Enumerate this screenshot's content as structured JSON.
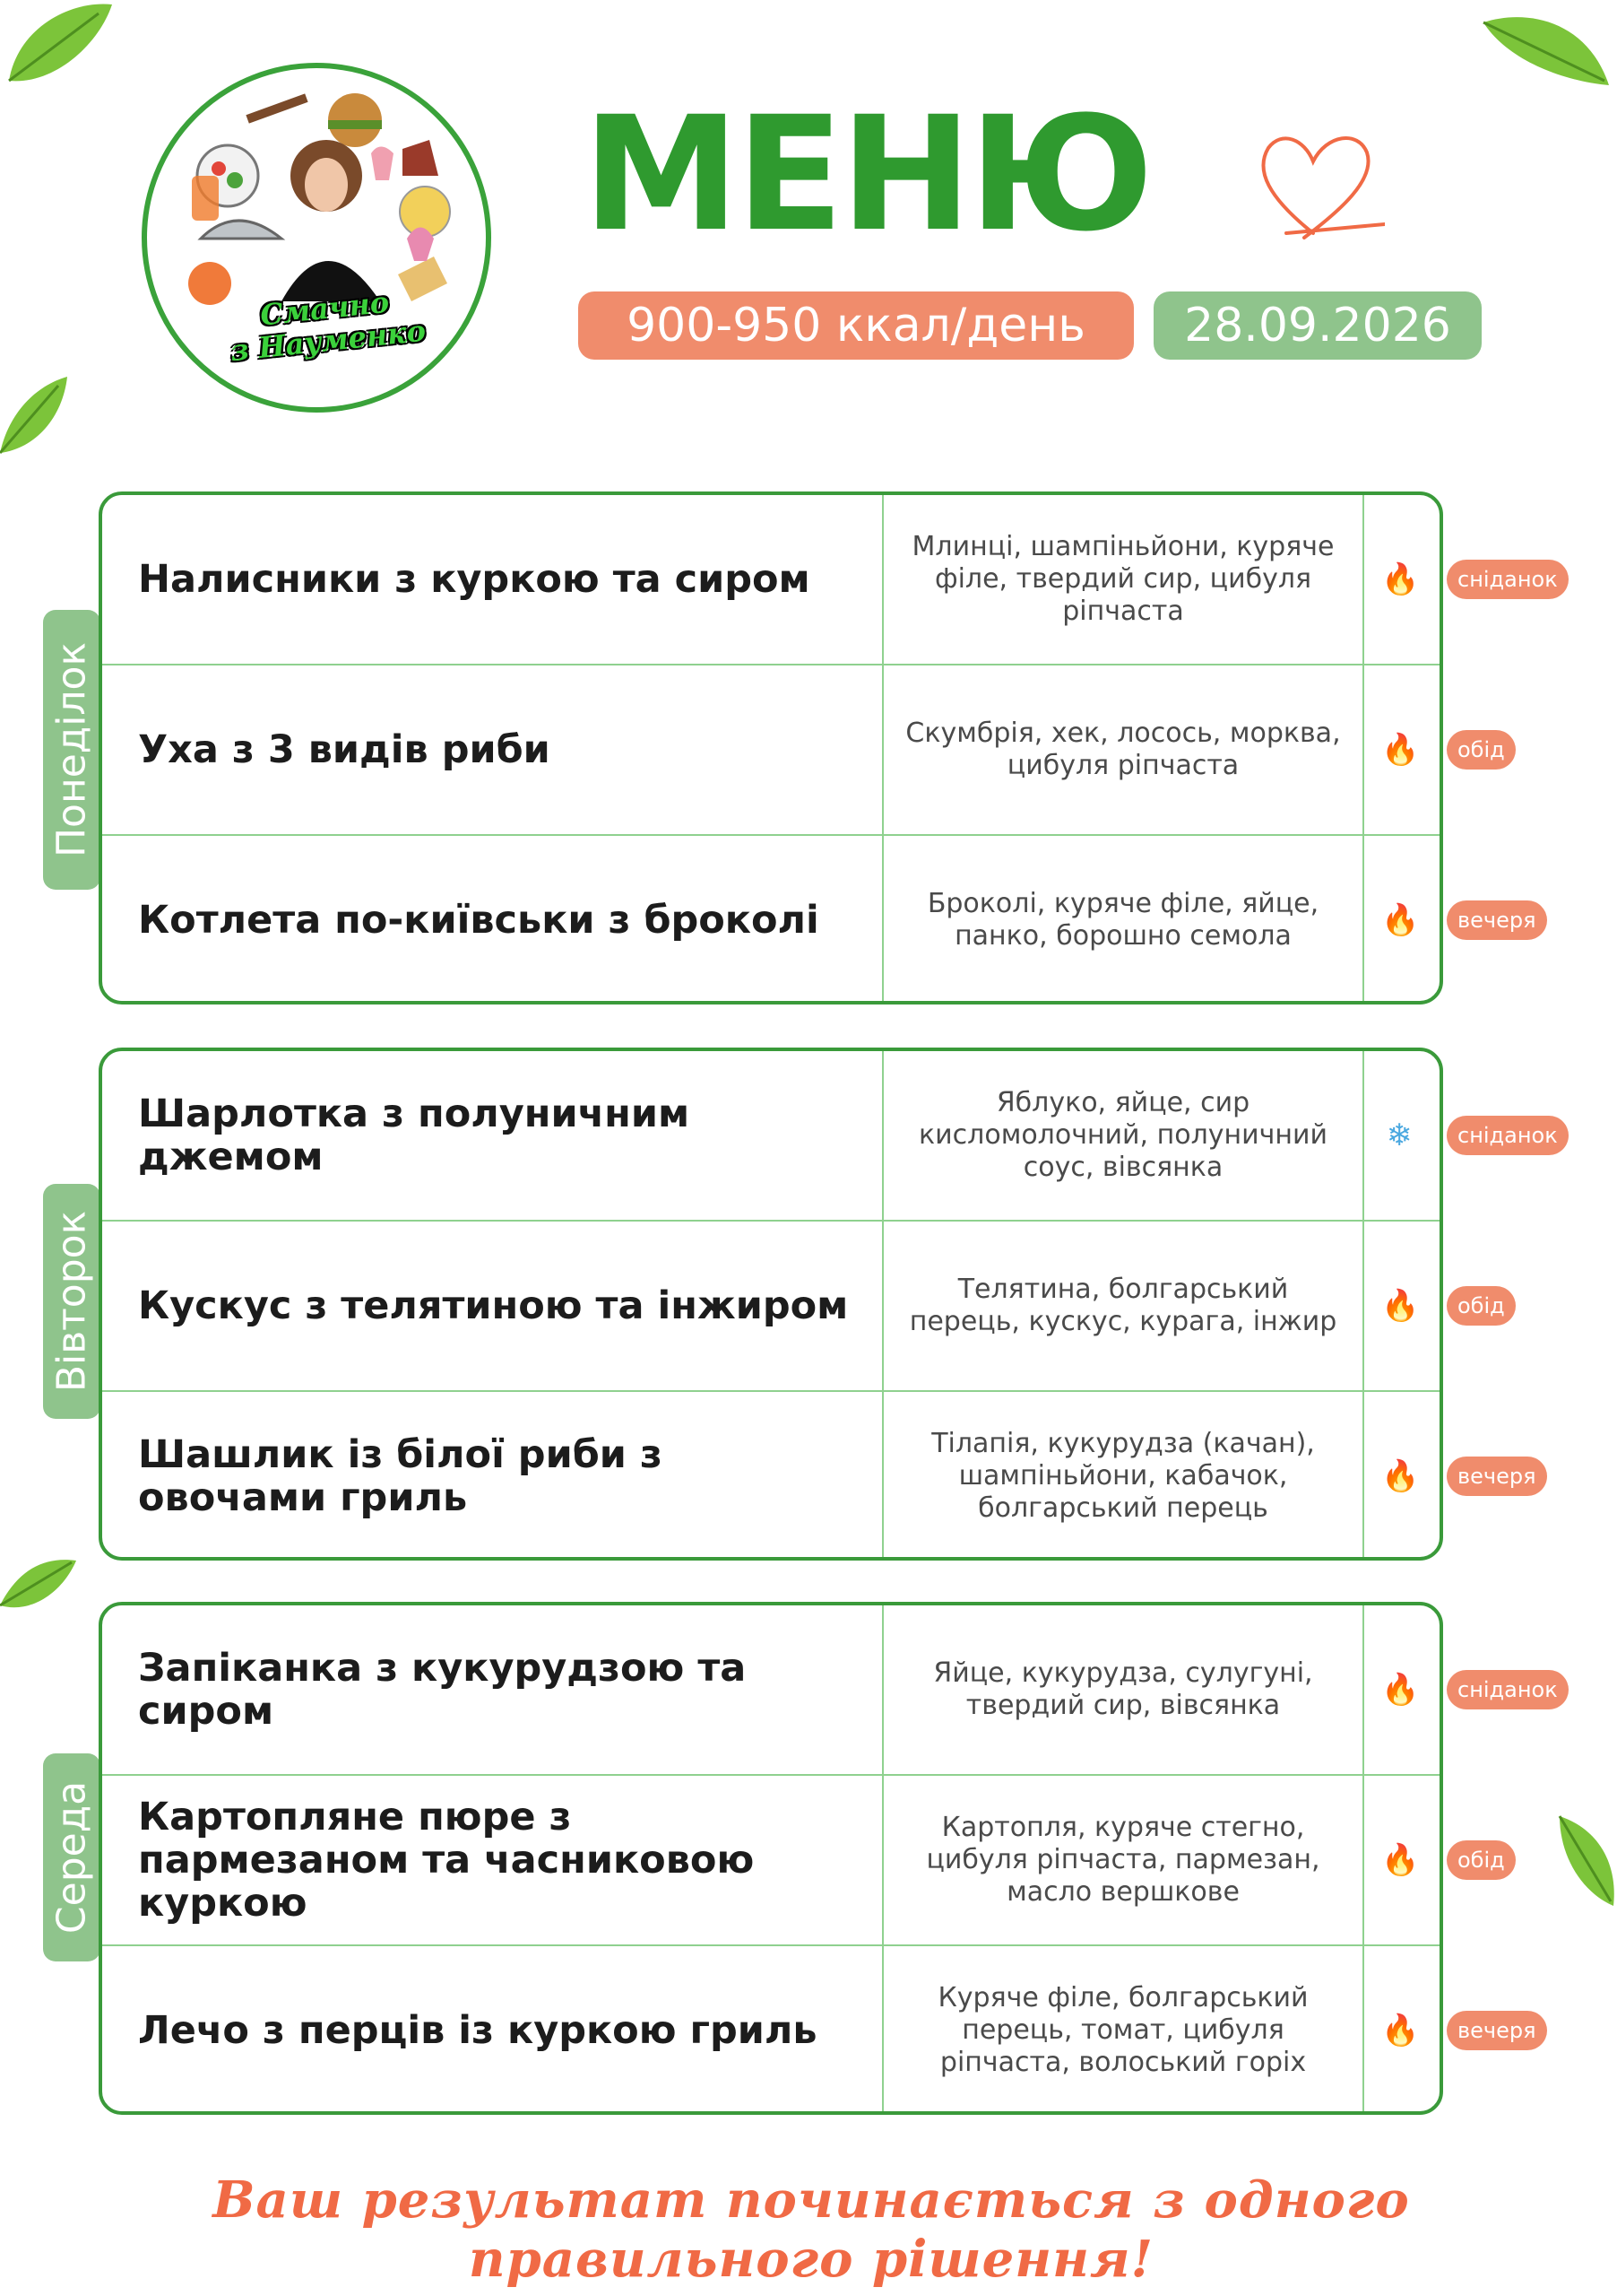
{
  "header": {
    "title": "МЕНЮ",
    "calories": "900-950 ккал/день",
    "date": "28.09.2026",
    "logo_line1": "Смачно",
    "logo_line2": "з Науменко"
  },
  "colors": {
    "title_green": "#2f9a2f",
    "border_green": "#3a9a3a",
    "day_label_bg": "#8fc48c",
    "meal_badge_bg": "#f08c6c",
    "footer_orange": "#f06a45"
  },
  "days": [
    {
      "label": "Понеділок",
      "meals": [
        {
          "dish": "Налисники з куркою та сиром",
          "ingredients": "Млинці, шампіньйони, куряче філе, твердий сир, цибуля ріпчаста",
          "icon": "fire-icon",
          "glyph": "🔥",
          "meal": "сніданок"
        },
        {
          "dish": "Уха з 3 видів риби",
          "ingredients": "Скумбрія, хек, лосось, морква, цибуля ріпчаста",
          "icon": "fire-icon",
          "glyph": "🔥",
          "meal": "обід"
        },
        {
          "dish": "Котлета по-київськи з броколі",
          "ingredients": "Броколі, куряче філе, яйце, панко, борошно семола",
          "icon": "fire-icon",
          "glyph": "🔥",
          "meal": "вечеря"
        }
      ]
    },
    {
      "label": "Вівторок",
      "meals": [
        {
          "dish": "Шарлотка з полуничним джемом",
          "ingredients": "Яблуко, яйце, сир кисломолочний, полуничний соус, вівсянка",
          "icon": "snowflake-icon",
          "glyph": "❄",
          "meal": "сніданок"
        },
        {
          "dish": "Кускус з телятиною та інжиром",
          "ingredients": "Телятина, болгарський перець, кускус, курага, інжир",
          "icon": "fire-icon",
          "glyph": "🔥",
          "meal": "обід"
        },
        {
          "dish": "Шашлик із білої риби з овочами гриль",
          "ingredients": "Тілапія, кукурудза (качан), шампіньйони, кабачок, болгарський перець",
          "icon": "fire-icon",
          "glyph": "🔥",
          "meal": "вечеря"
        }
      ]
    },
    {
      "label": "Середа",
      "meals": [
        {
          "dish": "Запіканка з кукурудзою та сиром",
          "ingredients": "Яйце, кукурудза, сулугуні, твердий сир, вівсянка",
          "icon": "fire-icon",
          "glyph": "🔥",
          "meal": "сніданок"
        },
        {
          "dish": "Картопляне пюре з пармезаном та часниковою куркою",
          "ingredients": "Картопля, куряче стегно, цибуля ріпчаста, пармезан, масло вершкове",
          "icon": "fire-icon",
          "glyph": "🔥",
          "meal": "обід"
        },
        {
          "dish": "Лечо з перців із куркою гриль",
          "ingredients": "Куряче філе, болгарський перець, томат, цибуля ріпчаста, волоський горіх",
          "icon": "fire-icon",
          "glyph": "🔥",
          "meal": "вечеря"
        }
      ]
    }
  ],
  "footer": "Ваш результат починається з одного правильного рішення!"
}
